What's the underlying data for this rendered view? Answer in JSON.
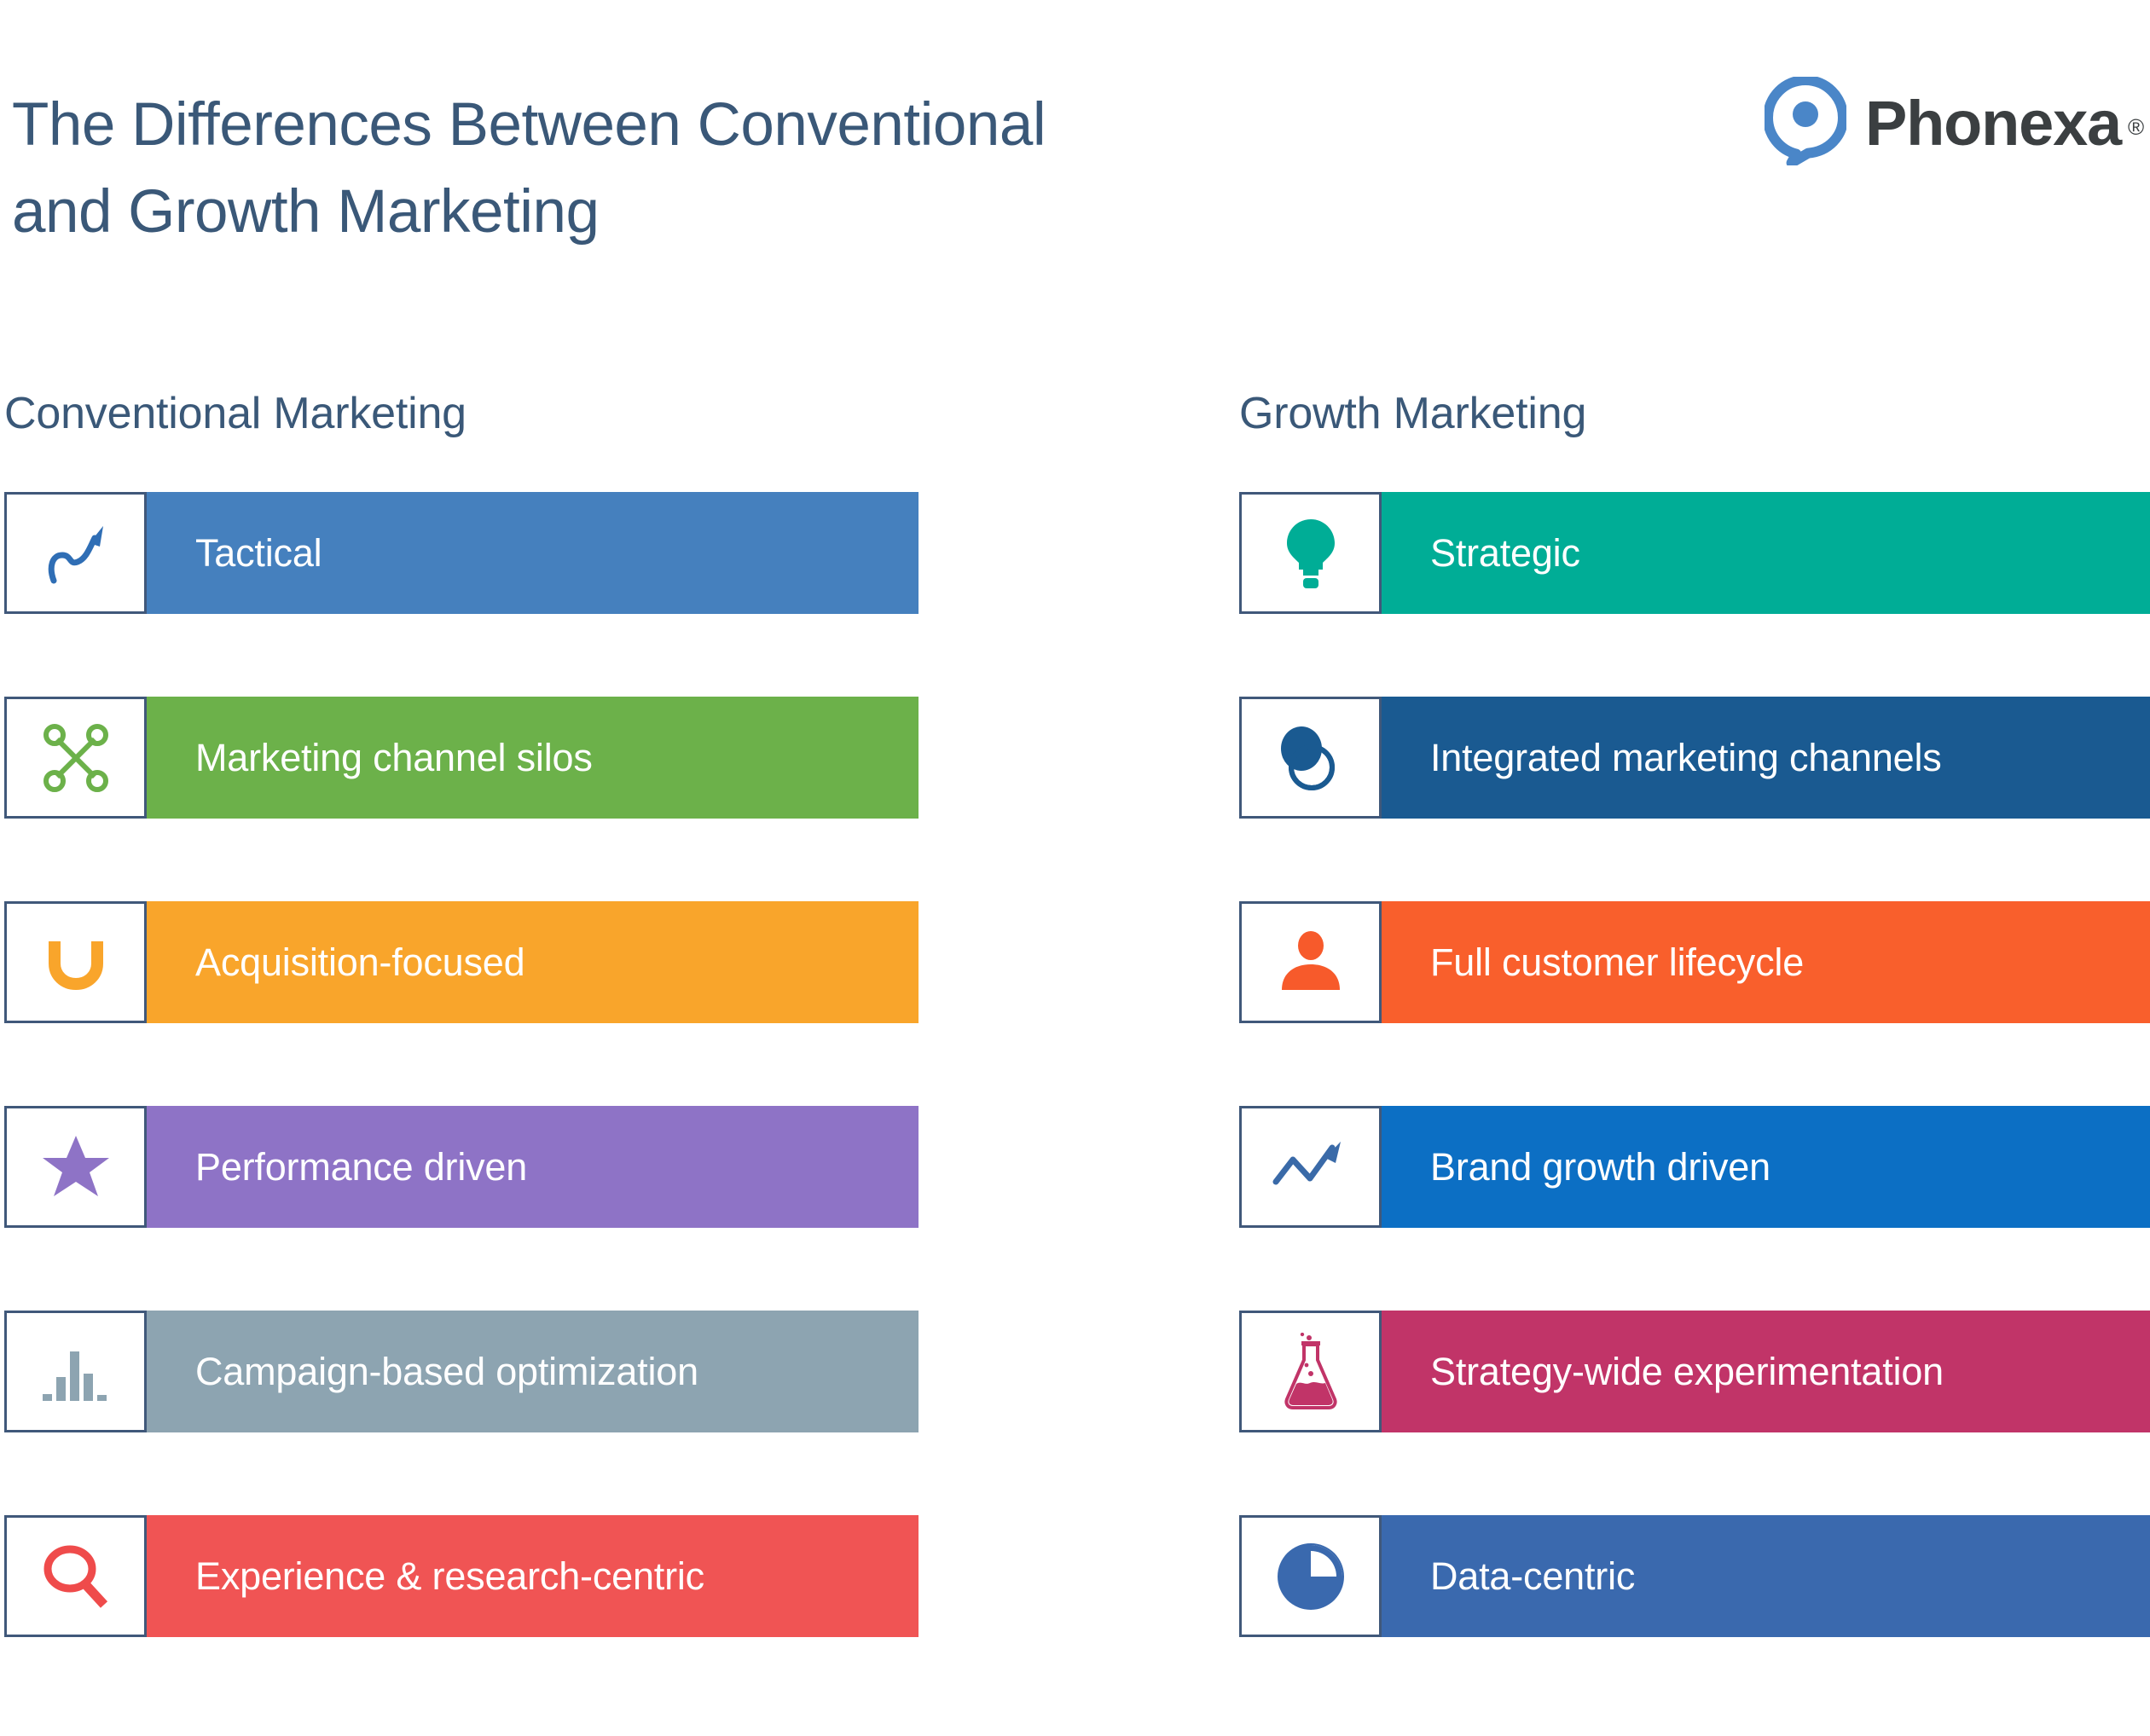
{
  "header": {
    "title": "The Differences Between Conventional\nand Growth Marketing",
    "title_color": "#3a5878",
    "logo": {
      "wordmark": "Phonexa",
      "registered_mark": "®",
      "mark_icon": "speech-bubble-pin-icon",
      "mark_color": "#4a86c8",
      "wordmark_color": "#3b3f41"
    }
  },
  "columns": [
    {
      "heading": "Conventional Marketing",
      "rows": [
        {
          "label": "Tactical",
          "color": "#4580be",
          "icon": "curved-arrow-up-icon",
          "icon_color": "#2f6eb5"
        },
        {
          "label": "Marketing channel silos",
          "color": "#6cb14a",
          "icon": "network-nodes-x-icon",
          "icon_color": "#6cb14a"
        },
        {
          "label": "Acquisition-focused",
          "color": "#f9a52b",
          "icon": "magnet-icon",
          "icon_color": "#f9a52b"
        },
        {
          "label": "Performance driven",
          "color": "#8e73c6",
          "icon": "star-icon",
          "icon_color": "#8e73c6"
        },
        {
          "label": "Campaign-based optimization",
          "color": "#8da4b1",
          "icon": "bar-chart-icon",
          "icon_color": "#8da4b1"
        },
        {
          "label": "Experience & research-centric",
          "color": "#f05454",
          "icon": "magnifying-glass-icon",
          "icon_color": "#ef4b4b"
        }
      ]
    },
    {
      "heading": "Growth Marketing",
      "rows": [
        {
          "label": "Strategic",
          "color": "#00ad96",
          "icon": "lightbulb-icon",
          "icon_color": "#00ad96"
        },
        {
          "label": "Integrated marketing channels",
          "color": "#1a5a91",
          "icon": "overlapping-circles-icon",
          "icon_color": "#1a5a91"
        },
        {
          "label": "Full customer lifecycle",
          "color": "#f95f2c",
          "icon": "person-icon",
          "icon_color": "#f75a2b"
        },
        {
          "label": "Brand growth driven",
          "color": "#0c6fc4",
          "icon": "trending-up-arrow-icon",
          "icon_color": "#3a6aa8"
        },
        {
          "label": "Strategy-wide experimentation",
          "color": "#c13468",
          "icon": "flask-icon",
          "icon_color": "#c13468"
        },
        {
          "label": "Data-centric",
          "color": "#3a69ae",
          "icon": "pie-chart-icon",
          "icon_color": "#3a69ae"
        }
      ]
    }
  ],
  "style": {
    "background": "#ffffff",
    "icon_box_border": "#40587a",
    "bar_text_color": "#ffffff"
  }
}
